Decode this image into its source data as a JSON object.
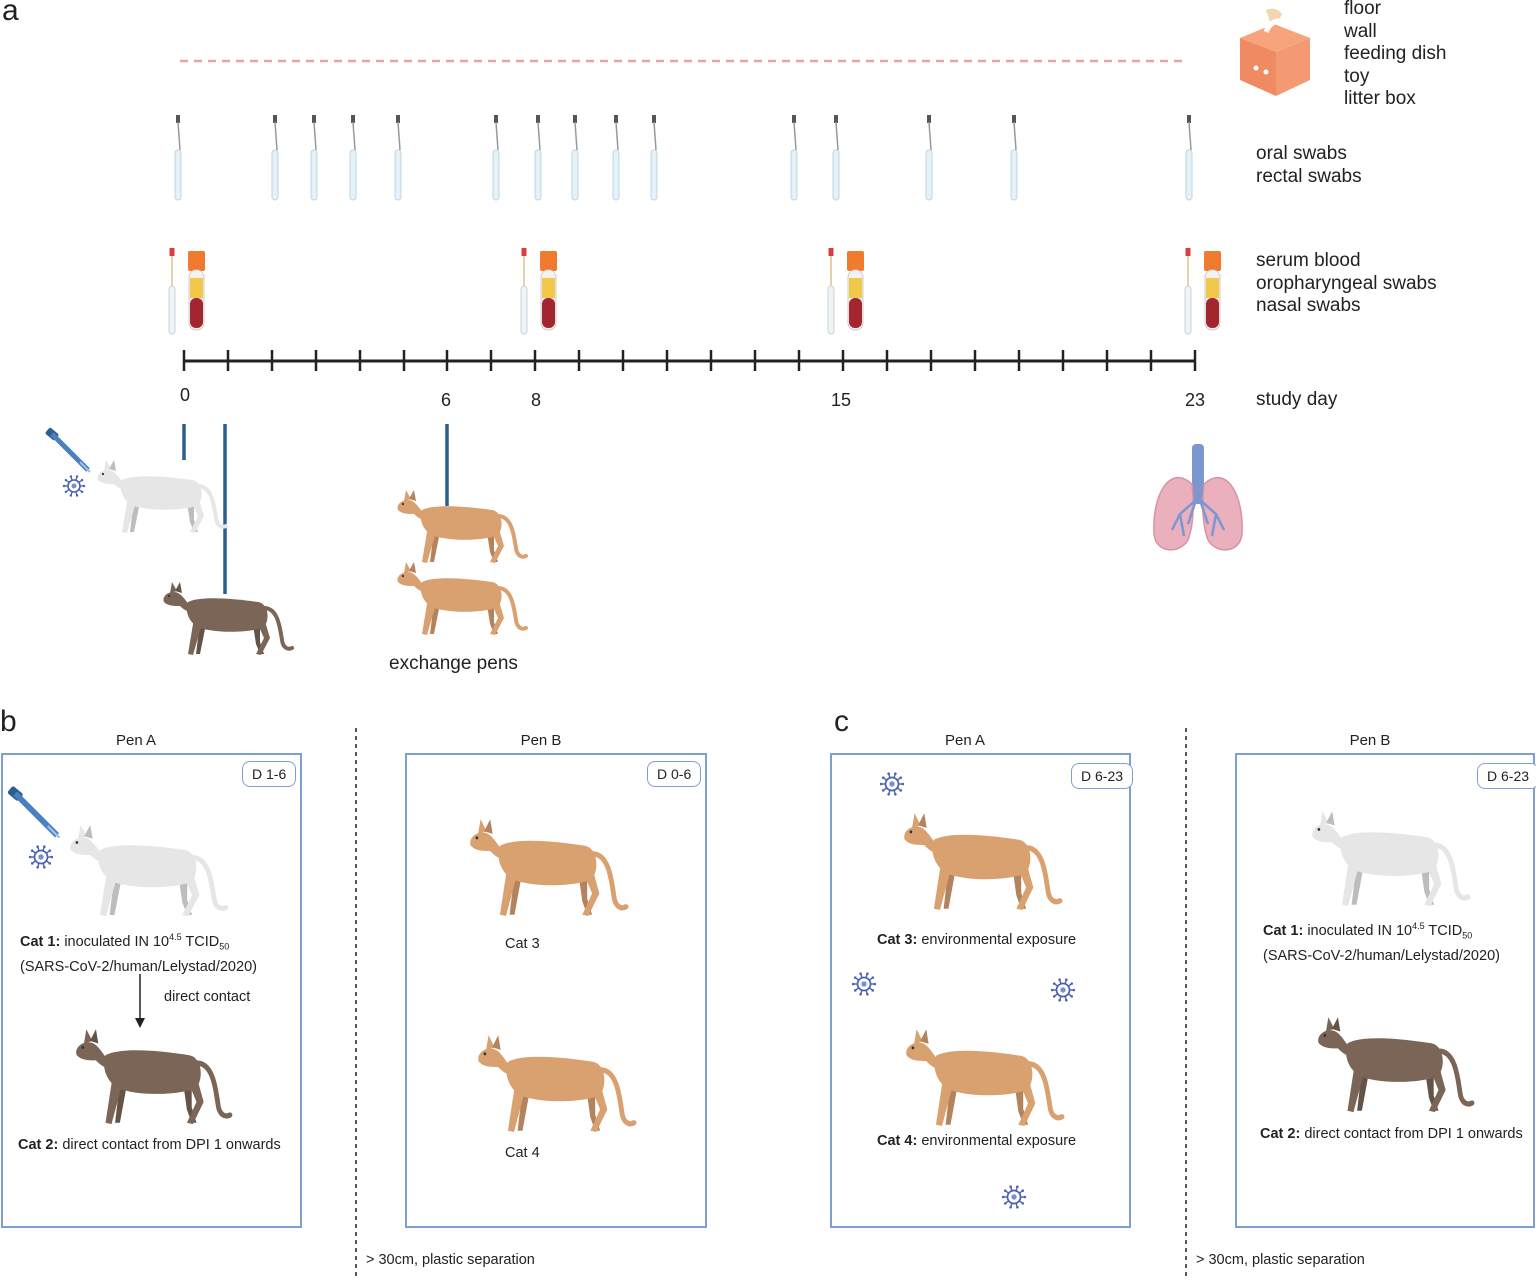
{
  "panel_a": {
    "letter": "a",
    "environment_items": [
      "floor",
      "wall",
      "feeding dish",
      "toy",
      "litter box"
    ],
    "swab_items": [
      "oral swabs",
      "rectal swabs"
    ],
    "blood_items": [
      "serum blood",
      "oropharyngeal swabs",
      "nasal swabs"
    ],
    "axis_label": "study day",
    "day_labels": [
      "0",
      "6",
      "8",
      "15",
      "23"
    ],
    "exchange_label": "exchange pens"
  },
  "panel_b": {
    "letter": "b",
    "pen_a": {
      "title": "Pen A",
      "badge": "D 1-6",
      "cat1_bold": "Cat 1:",
      "cat1_text": " inoculated IN 10",
      "cat1_sup": "4.5",
      "cat1_unit": " TCID",
      "cat1_sub": "50",
      "cat1_line2": "(SARS-CoV-2/human/Lelystad/2020)",
      "arrow_label": "direct contact",
      "cat2_bold": "Cat 2:",
      "cat2_text": " direct contact from DPI 1 onwards"
    },
    "pen_b": {
      "title": "Pen B",
      "badge": "D 0-6",
      "cat3": "Cat 3",
      "cat4": "Cat 4"
    },
    "separation": "> 30cm, plastic separation"
  },
  "panel_c": {
    "letter": "c",
    "pen_a": {
      "title": "Pen A",
      "badge": "D 6-23",
      "cat3_bold": "Cat 3:",
      "cat3_text": " environmental exposure",
      "cat4_bold": "Cat 4:",
      "cat4_text": " environmental exposure"
    },
    "pen_b": {
      "title": "Pen B",
      "badge": "D 6-23",
      "cat1_bold": "Cat 1:",
      "cat1_text": " inoculated IN 10",
      "cat1_sup": "4.5",
      "cat1_unit": " TCID",
      "cat1_sub": "50",
      "cat1_line2": "(SARS-CoV-2/human/Lelystad/2020)",
      "cat2_bold": "Cat 2:",
      "cat2_text": " direct contact from DPI 1 onwards"
    },
    "separation": "> 30cm, plastic separation"
  },
  "colors": {
    "pen_border": "#7f9fd3",
    "timeline_marker": "#2b5f8f",
    "dashed_line": "#f0a0a0",
    "white_cat": "#e6e6e6",
    "brown_cat": "#7a6556",
    "orange_cat": "#d9a070"
  },
  "icons": [
    "pipette-icon",
    "virus-icon",
    "swab-tube-icon",
    "blood-tube-icon",
    "box-icon",
    "lungs-icon",
    "cat-icon"
  ]
}
